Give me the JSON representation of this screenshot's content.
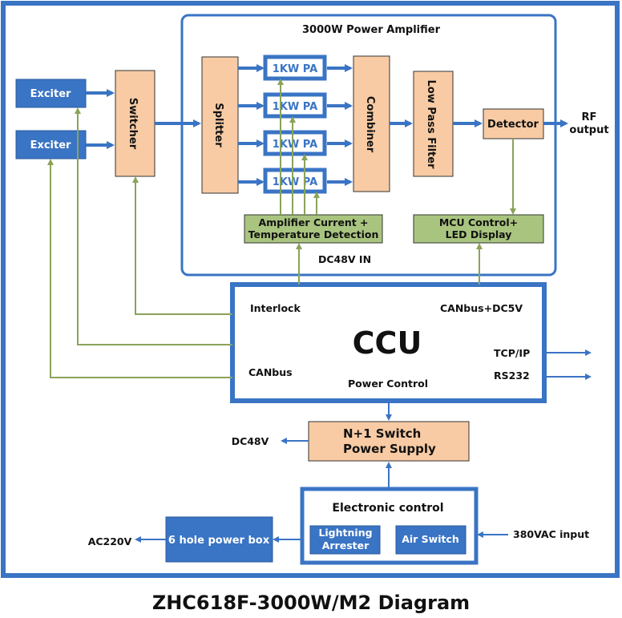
{
  "title": "ZHC618F-3000W/M2 Diagram",
  "colors": {
    "blue": "#3a74c4",
    "peach": "#f8cba4",
    "green_box": "#a9c47f",
    "green_line": "#8aa35a"
  },
  "power_amplifier": {
    "title": "3000W Power Amplifier",
    "splitter": "Splitter",
    "pa_modules": [
      "1KW PA",
      "1KW PA",
      "1KW PA",
      "1KW PA"
    ],
    "combiner": "Combiner",
    "low_pass_filter": "Low Pass Filter",
    "detector": "Detector",
    "amp_detection": [
      "Amplifier Current +",
      "Temperature Detection"
    ],
    "mcu_display": [
      "MCU Control+",
      "LED Display"
    ],
    "dc_in": "DC48V IN"
  },
  "exciters": [
    "Exciter",
    "Exciter"
  ],
  "switcher": "Switcher",
  "rf_output": [
    "RF",
    "output"
  ],
  "ccu": {
    "title": "CCU",
    "interlock": "Interlock",
    "canbus_dc5v": "CANbus+DC5V",
    "canbus": "CANbus",
    "power_control": "Power Control",
    "tcpip": "TCP/IP",
    "rs232": "RS232"
  },
  "power_supply": {
    "lines": [
      "N+1 Switch",
      "Power Supply"
    ],
    "output": "DC48V"
  },
  "electronic_control": {
    "title": "Electronic control",
    "lightning_arrester": [
      "Lightning",
      "Arrester"
    ],
    "air_switch": "Air Switch",
    "input": "380VAC input"
  },
  "power_box": {
    "label": "6 hole power box",
    "output": "AC220V"
  }
}
